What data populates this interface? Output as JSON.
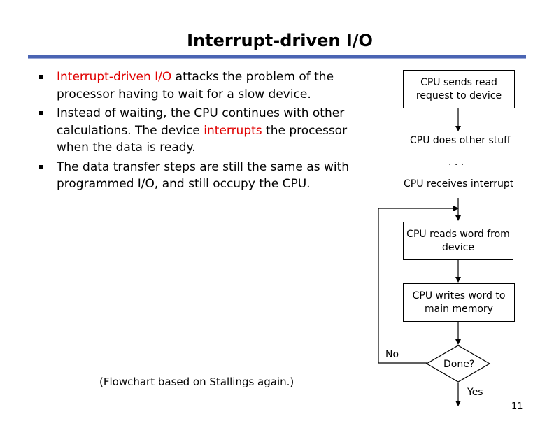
{
  "slide": {
    "title": "Interrupt-driven I/O",
    "bullets": [
      {
        "highlight": "Interrupt-driven I/O",
        "text": " attacks the problem of the processor having to wait for a slow device."
      },
      {
        "pre": "Instead of waiting, the CPU continues with other calculations. The device ",
        "highlight": "interrupts",
        "post": " the processor when the data is ready."
      },
      {
        "text": "The data transfer steps are still the same as with programmed I/O, and still occupy the CPU."
      }
    ],
    "caption": "(Flowchart based on Stallings again.)",
    "page_number": "11"
  },
  "flowchart": {
    "send_request": "CPU sends read request to device",
    "other_stuff": "CPU does other stuff",
    "ellipsis": ". . .",
    "receives_interrupt": "CPU receives interrupt",
    "read_word": "CPU reads word from device",
    "write_word": "CPU writes word to main memory",
    "decision": "Done?",
    "no_label": "No",
    "yes_label": "Yes"
  }
}
